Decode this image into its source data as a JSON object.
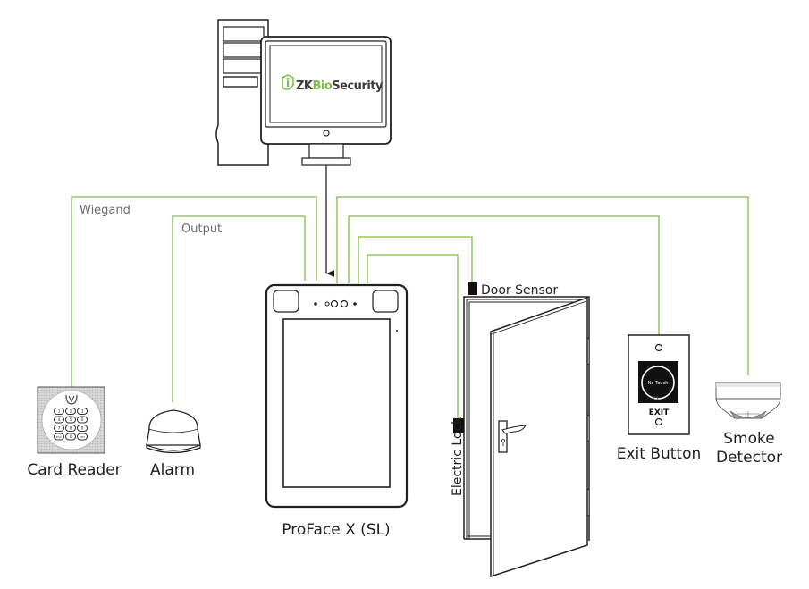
{
  "diagram": {
    "wire_color": "#7ac143",
    "software": {
      "brand_prefix": "ZK",
      "brand_accent": "Bio",
      "brand_suffix": "Security",
      "brand_color": "#7ac143"
    },
    "device": {
      "label": "ProFace X (SL)"
    },
    "wire_labels": {
      "wiegand": "Wiegand",
      "output": "Output"
    },
    "peripherals": {
      "card_reader": "Card Reader",
      "alarm": "Alarm",
      "door_sensor": "Door Sensor",
      "electric_lock": "Electric Lock",
      "exit_button": "Exit Button",
      "exit_button_face": "No Touch",
      "exit_button_text": "EXIT",
      "smoke_detector_line1": "Smoke",
      "smoke_detector_line2": "Detector"
    },
    "keypad_keys": [
      "1",
      "2",
      "3",
      "4",
      "5",
      "6",
      "7",
      "8",
      "9",
      "ESC",
      "0",
      "ENT"
    ]
  }
}
